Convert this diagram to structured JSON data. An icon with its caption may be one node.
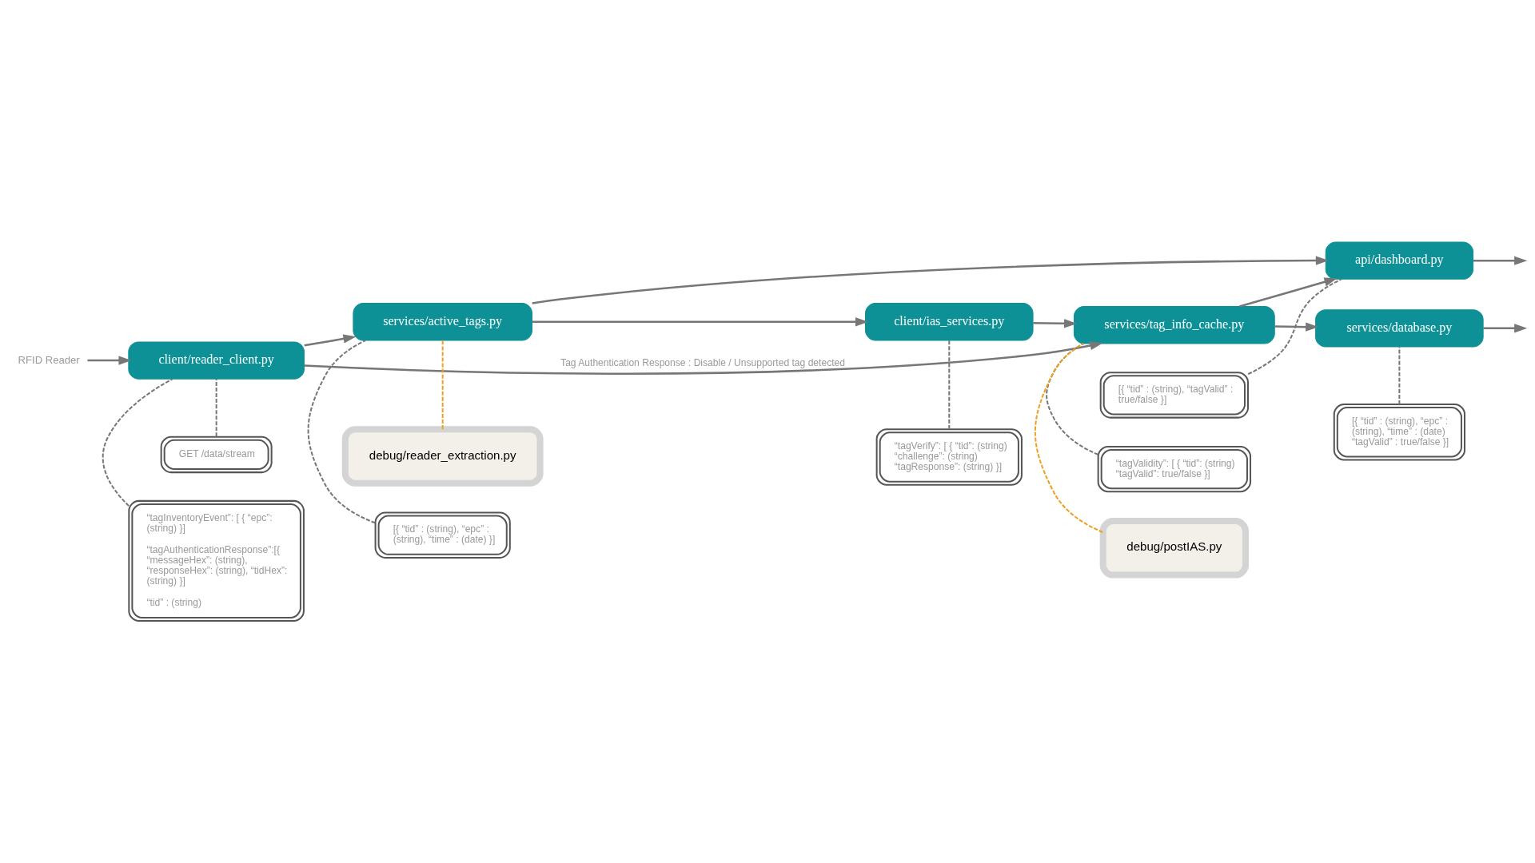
{
  "diagram": {
    "nodes": [
      {
        "text": [
          "RFID Reader"
        ]
      },
      {
        "text": [
          "client/reader_client.py"
        ]
      },
      {
        "text": [
          "GET /data/stream"
        ]
      },
      {
        "text": [
          "“tagInventoryEvent”: [ { “epc”: (string) }]",
          "“tagAuthenticationResponse”:[{ “messageHex”: (string), “responseHex”: (string), “tidHex”: (string) }]",
          "“tid” : (string)"
        ]
      },
      {
        "text": [
          "services/active_tags.py"
        ]
      },
      {
        "text": [
          "debug/reader_extraction.py"
        ]
      },
      {
        "text": [
          "[{ “tid” : (string), “epc” : (string), “time” : (date) }]"
        ]
      },
      {
        "text": [
          "api/dashboard.py"
        ]
      },
      {
        "text": [
          "[{ “tid” : (string), “tagValid” : true/false }]"
        ]
      },
      {
        "text": [
          "client/ias_services.py"
        ]
      },
      {
        "text": [
          "“tagVerify”: [ { “tid”: (string) “challenge”: (string) “tagResponse”: (string) }]"
        ]
      },
      {
        "text": [
          "services/tag_info_cache.py"
        ]
      },
      {
        "text": [
          "“tagValidity”: [ { “tid”: (string) “tagValid”: true/false }]"
        ]
      },
      {
        "text": [
          "debug/postIAS.py"
        ]
      },
      {
        "text": [
          "[{ “tid” : (string), “epc” : (string), “time” : (date) “tagValid” : true/false }]"
        ]
      },
      {
        "text": [
          "services/database.py"
        ]
      }
    ],
    "edges": [
      {
        "from": 0,
        "to": 1,
        "arrow": "to"
      },
      {
        "from": 2,
        "to": 1,
        "arrow": "none",
        "style": "dashed"
      },
      {
        "from": 3,
        "to": 1,
        "arrow": "none",
        "style": "dashed"
      },
      {
        "from": 1,
        "to": 4,
        "arrow": "to"
      },
      {
        "from": 1,
        "to": 11,
        "arrow": "to",
        "label": "Tag Authentication Response : Disable / Unsupported tag detected"
      },
      {
        "from": 4,
        "to": 7,
        "arrow": "to"
      },
      {
        "from": 6,
        "to": 4,
        "arrow": "none",
        "style": "dashed"
      },
      {
        "from": 5,
        "to": 4,
        "arrow": "none",
        "style": "dashed",
        "color": "#f0a020"
      },
      {
        "from": 4,
        "to": 9,
        "arrow": "to"
      },
      {
        "from": 10,
        "to": 9,
        "arrow": "none",
        "style": "dashed"
      },
      {
        "from": 9,
        "to": 11,
        "arrow": "to"
      },
      {
        "from": 12,
        "to": 11,
        "arrow": "none",
        "style": "dashed"
      },
      {
        "from": 11,
        "to": 7,
        "arrow": "to"
      },
      {
        "from": 8,
        "to": 7,
        "arrow": "none",
        "style": "dashed"
      },
      {
        "from": 7,
        "to": null,
        "arrow": "to"
      },
      {
        "from": 11,
        "to": 15,
        "arrow": "to"
      },
      {
        "from": 14,
        "to": 15,
        "arrow": "none",
        "style": "dashed"
      },
      {
        "from": 13,
        "to": 11,
        "arrow": "none",
        "style": "dashed",
        "color": "#f0a020"
      },
      {
        "from": 15,
        "to": null,
        "arrow": "to"
      }
    ]
  }
}
